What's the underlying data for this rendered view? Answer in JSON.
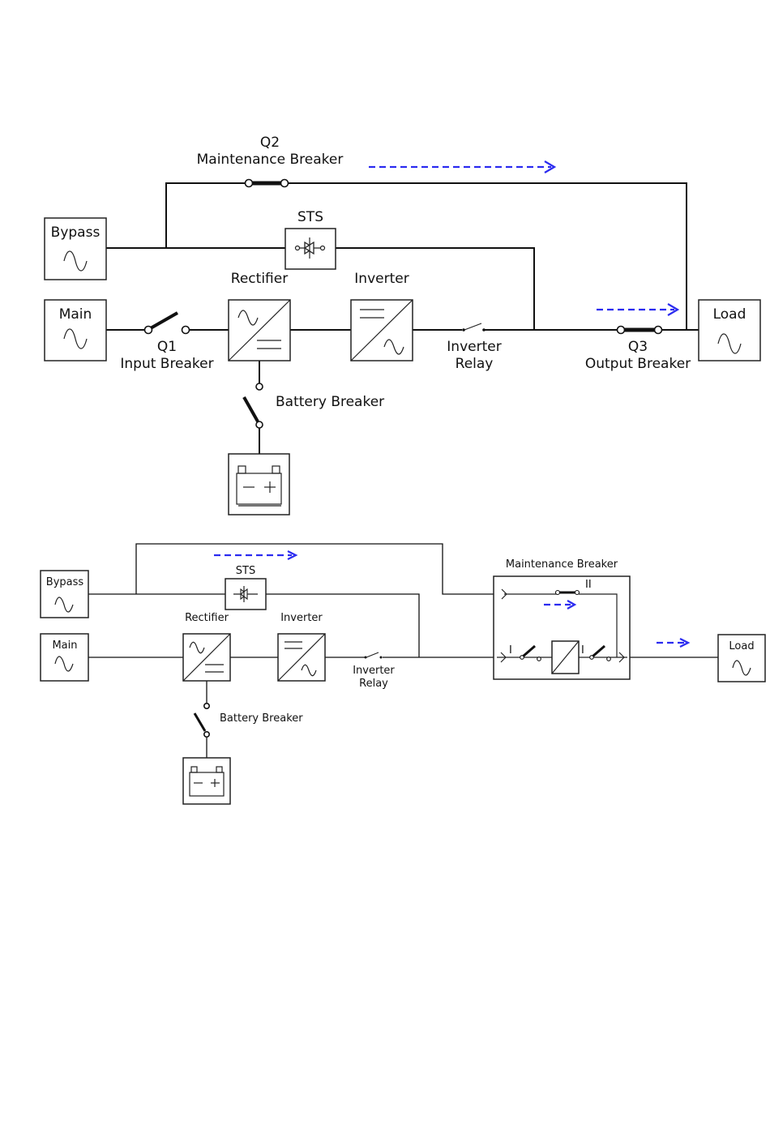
{
  "diagram1": {
    "q2_label": "Q2",
    "maintenance_breaker_label": "Maintenance Breaker",
    "sts_label": "STS",
    "bypass_label": "Bypass",
    "main_label": "Main",
    "rectifier_label": "Rectifier",
    "inverter_label": "Inverter",
    "load_label": "Load",
    "q1_label": "Q1",
    "input_breaker_label": "Input Breaker",
    "inverter_relay_label_1": "Inverter",
    "inverter_relay_label_2": "Relay",
    "q3_label": "Q3",
    "output_breaker_label": "Output Breaker",
    "battery_breaker_label": "Battery Breaker"
  },
  "diagram2": {
    "sts_label": "STS",
    "bypass_label": "Bypass",
    "main_label": "Main",
    "rectifier_label": "Rectifier",
    "inverter_label": "Inverter",
    "inverter_relay_label_1": "Inverter",
    "inverter_relay_label_2": "Relay",
    "maintenance_breaker_label": "Maintenance Breaker",
    "mb_switch_I_left": "I",
    "mb_switch_I_right": "I",
    "mb_switch_II": "II",
    "load_label": "Load",
    "battery_breaker_label": "Battery Breaker"
  },
  "colors": {
    "flow_arrow": "#2b2bf0",
    "line": "#111111"
  },
  "icons": [
    "ac-sine-icon",
    "rectifier-icon",
    "inverter-icon",
    "thyristor-icon",
    "battery-icon",
    "breaker-switch-icon",
    "flow-arrow-icon"
  ]
}
